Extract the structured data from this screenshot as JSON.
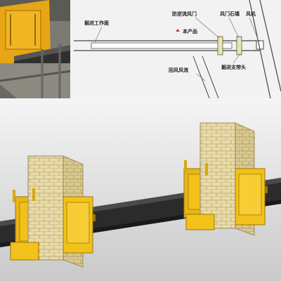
{
  "schematic": {
    "labels": {
      "work_face": "掘进工作面",
      "door": "防逆流风门",
      "product": "本产品",
      "wall": "风门石墙",
      "fan": "风机",
      "return_air": "回风风流",
      "support_head": "掘进支带头"
    },
    "product_marker_color": "#c0392b"
  },
  "colors": {
    "door_yellow": "#f2c21b",
    "brick": "#e6d9a6",
    "conveyor": "#2b2b2b",
    "floor": "#c8c8c8"
  }
}
